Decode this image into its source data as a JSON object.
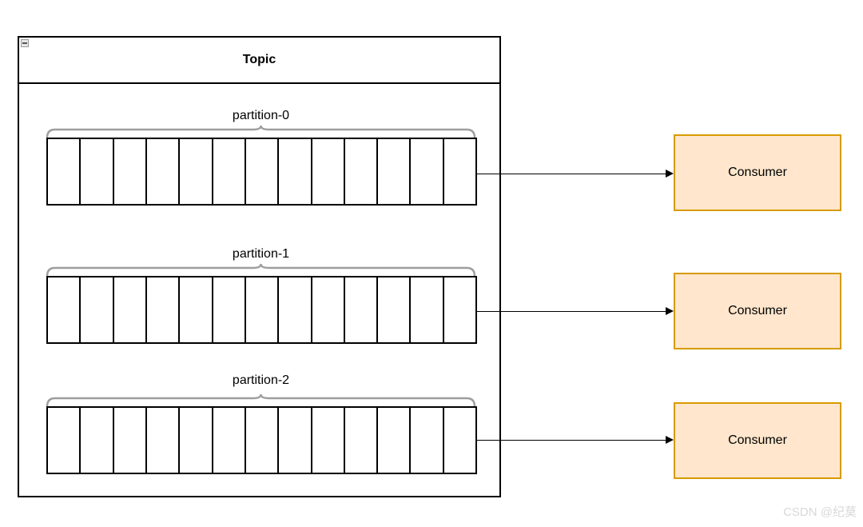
{
  "topic": {
    "title": "Topic"
  },
  "partitions": [
    {
      "label": "partition-0",
      "cells": 13
    },
    {
      "label": "partition-1",
      "cells": 13
    },
    {
      "label": "partition-2",
      "cells": 13
    }
  ],
  "consumers": [
    {
      "label": "Consumer"
    },
    {
      "label": "Consumer"
    },
    {
      "label": "Consumer"
    }
  ],
  "watermark": "CSDN @纪莫",
  "icons": {
    "collapse": "minus"
  },
  "colors": {
    "consumer_fill": "#FFE6CC",
    "consumer_border": "#D79B00",
    "brace": "#9e9e9e",
    "shape_border": "#000000",
    "arrow": "#000000",
    "watermark": "#d8d8d8"
  }
}
